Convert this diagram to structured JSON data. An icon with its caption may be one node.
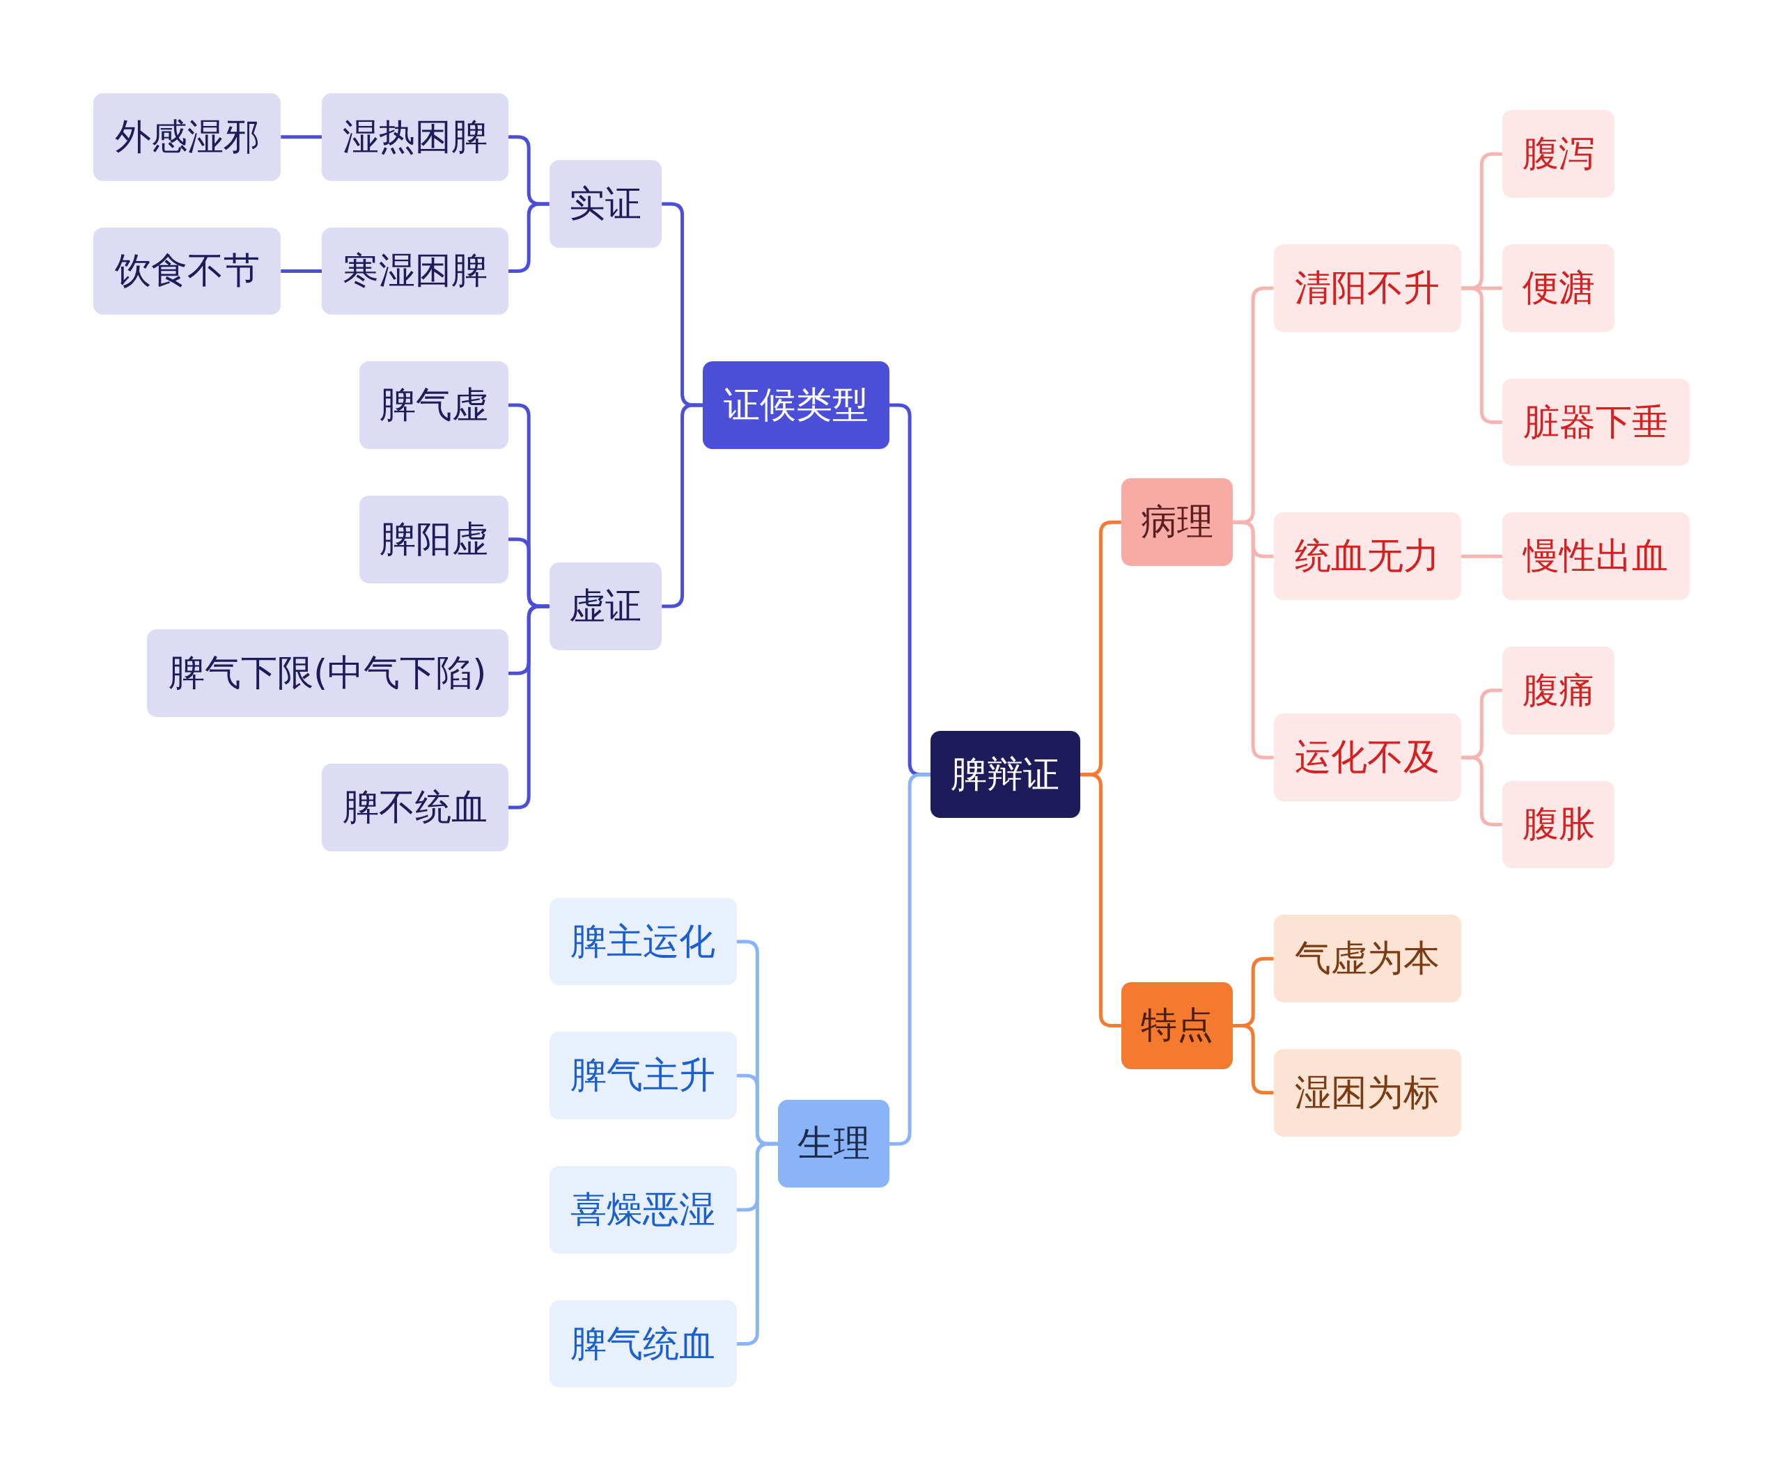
{
  "diagram": {
    "nodes": [
      {
        "text": [
          "脾辩证"
        ]
      },
      {
        "text": [
          "证候类型"
        ]
      },
      {
        "text": [
          "实证"
        ]
      },
      {
        "text": [
          "湿热困脾"
        ]
      },
      {
        "text": [
          "外感湿邪"
        ]
      },
      {
        "text": [
          "寒湿困脾"
        ]
      },
      {
        "text": [
          "饮食不节"
        ]
      },
      {
        "text": [
          "虚证"
        ]
      },
      {
        "text": [
          "脾气虚"
        ]
      },
      {
        "text": [
          "脾阳虚"
        ]
      },
      {
        "text": [
          "脾气下限(中气下陷)"
        ]
      },
      {
        "text": [
          "脾不统血"
        ]
      },
      {
        "text": [
          "生理"
        ]
      },
      {
        "text": [
          "脾主运化"
        ]
      },
      {
        "text": [
          "脾气主升"
        ]
      },
      {
        "text": [
          "喜燥恶湿"
        ]
      },
      {
        "text": [
          "脾气统血"
        ]
      },
      {
        "text": [
          "病理"
        ]
      },
      {
        "text": [
          "清阳不升"
        ]
      },
      {
        "text": [
          "腹泻"
        ]
      },
      {
        "text": [
          "便溏"
        ]
      },
      {
        "text": [
          "脏器下垂"
        ]
      },
      {
        "text": [
          "统血无力"
        ]
      },
      {
        "text": [
          "慢性出血"
        ]
      },
      {
        "text": [
          "运化不及"
        ]
      },
      {
        "text": [
          "腹痛"
        ]
      },
      {
        "text": [
          "腹胀"
        ]
      },
      {
        "text": [
          "特点"
        ]
      },
      {
        "text": [
          "气虚为本"
        ]
      },
      {
        "text": [
          "湿困为标"
        ]
      }
    ],
    "edges": [
      {
        "from": 0,
        "to": 1,
        "arrow": "none",
        "color": "#4b4fd8"
      },
      {
        "from": 1,
        "to": 2,
        "arrow": "none",
        "color": "#4b4fd8"
      },
      {
        "from": 2,
        "to": 3,
        "arrow": "none",
        "color": "#4b4fd8"
      },
      {
        "from": 3,
        "to": 4,
        "arrow": "none",
        "color": "#4b4fd8"
      },
      {
        "from": 2,
        "to": 5,
        "arrow": "none",
        "color": "#4b4fd8"
      },
      {
        "from": 5,
        "to": 6,
        "arrow": "none",
        "color": "#4b4fd8"
      },
      {
        "from": 1,
        "to": 7,
        "arrow": "none",
        "color": "#4b4fd8"
      },
      {
        "from": 7,
        "to": 8,
        "arrow": "none",
        "color": "#4b4fd8"
      },
      {
        "from": 7,
        "to": 9,
        "arrow": "none",
        "color": "#4b4fd8"
      },
      {
        "from": 7,
        "to": 10,
        "arrow": "none",
        "color": "#4b4fd8"
      },
      {
        "from": 7,
        "to": 11,
        "arrow": "none",
        "color": "#4b4fd8"
      },
      {
        "from": 0,
        "to": 12,
        "arrow": "none",
        "color": "#8ab4f8"
      },
      {
        "from": 12,
        "to": 13,
        "arrow": "none",
        "color": "#8ab4f8"
      },
      {
        "from": 12,
        "to": 14,
        "arrow": "none",
        "color": "#8ab4f8"
      },
      {
        "from": 12,
        "to": 15,
        "arrow": "none",
        "color": "#8ab4f8"
      },
      {
        "from": 12,
        "to": 16,
        "arrow": "none",
        "color": "#8ab4f8"
      },
      {
        "from": 0,
        "to": 17,
        "arrow": "none",
        "color": "#f47a30"
      },
      {
        "from": 17,
        "to": 18,
        "arrow": "none",
        "color": "#f6b3b0"
      },
      {
        "from": 18,
        "to": 19,
        "arrow": "none",
        "color": "#f6b3b0"
      },
      {
        "from": 18,
        "to": 20,
        "arrow": "none",
        "color": "#f6b3b0"
      },
      {
        "from": 18,
        "to": 21,
        "arrow": "none",
        "color": "#f6b3b0"
      },
      {
        "from": 17,
        "to": 22,
        "arrow": "none",
        "color": "#f6b3b0"
      },
      {
        "from": 22,
        "to": 23,
        "arrow": "none",
        "color": "#f6b3b0"
      },
      {
        "from": 17,
        "to": 24,
        "arrow": "none",
        "color": "#f6b3b0"
      },
      {
        "from": 24,
        "to": 25,
        "arrow": "none",
        "color": "#f6b3b0"
      },
      {
        "from": 24,
        "to": 26,
        "arrow": "none",
        "color": "#f6b3b0"
      },
      {
        "from": 0,
        "to": 27,
        "arrow": "none",
        "color": "#f47a30"
      },
      {
        "from": 27,
        "to": 28,
        "arrow": "none",
        "color": "#f47a30"
      },
      {
        "from": 27,
        "to": 29,
        "arrow": "none",
        "color": "#f47a30"
      }
    ]
  }
}
